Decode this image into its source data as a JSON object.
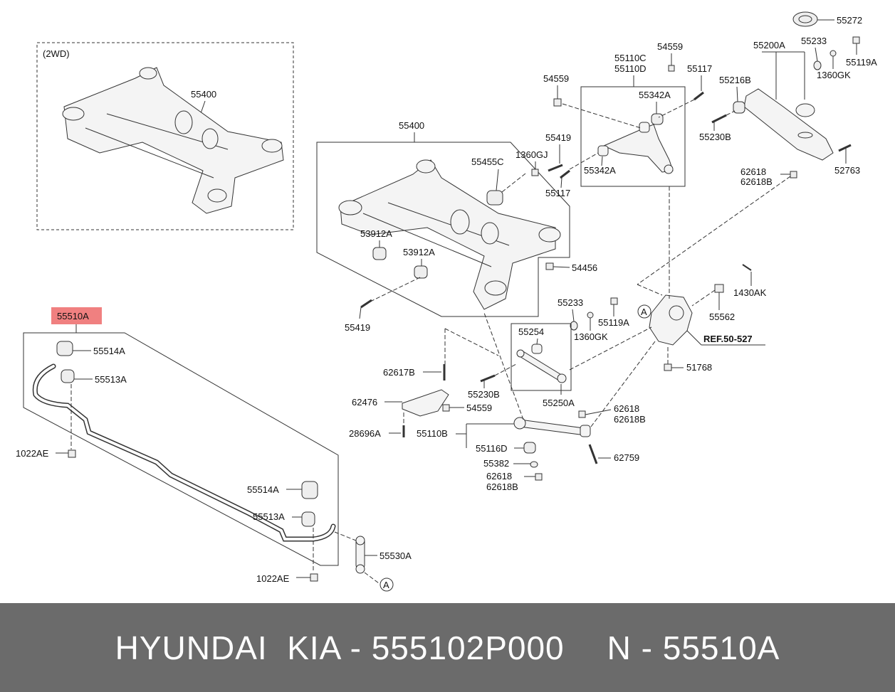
{
  "labels": {
    "two_wd": "(2WD)",
    "crossmember_2wd": "55400",
    "crossmember": "55400",
    "bushing_a": "55455C",
    "bushing_b1": "53912A",
    "bushing_b2": "53912A",
    "bolt_55419_lower": "55419",
    "bolt_55419_upper": "55419",
    "nut_54456": "54456",
    "washer_1360gj": "1360GJ",
    "bolt_55117_lower": "55117",
    "bolt_55117_upper": "55117",
    "nut_54559_left": "54559",
    "nut_54559_top": "54559",
    "arm_55110c": "55110C",
    "arm_55110d": "55110D",
    "bushing_55342a_top": "55342A",
    "bushing_55342a_bottom": "55342A",
    "seat_55272": "55272",
    "arm_55200a": "55200A",
    "bushing_55233_top": "55233",
    "nut_55119a_top": "55119A",
    "washer_1360gk_top": "1360GK",
    "bushing_55216b": "55216B",
    "bolt_55230b_top": "55230B",
    "nut_62618_top": "62618",
    "nut_62618b_top": "62618B",
    "bolt_52763": "52763",
    "bolt_1430ak": "1430AK",
    "nut_55562": "55562",
    "bushing_55233_mid": "55233",
    "nut_55119a_mid": "55119A",
    "washer_1360gk_mid": "1360GK",
    "ref": "REF.50-527",
    "nut_51768": "51768",
    "arm_55254": "55254",
    "arm_55250a": "55250A",
    "bolt_62617b": "62617B",
    "bolt_55230b_mid": "55230B",
    "bracket_62476": "62476",
    "nut_54559_mid": "54559",
    "bolt_28696a": "28696A",
    "arm_55110b": "55110B",
    "bushing_55116d": "55116D",
    "washer_55382": "55382",
    "nut_62618_low": "62618",
    "nut_62618b_low": "62618B",
    "nut_62618_right": "62618",
    "nut_62618b_right": "62618B",
    "bolt_62759": "62759",
    "stabilizer_55510a": "55510A",
    "clamp_55514a_top": "55514A",
    "bushing_55513a_top": "55513A",
    "bolt_1022ae_top": "1022AE",
    "clamp_55514a_bottom": "55514A",
    "bushing_55513a_bottom": "55513A",
    "link_55530a": "55530A",
    "bolt_1022ae_bottom": "1022AE",
    "marker_a_knuckle": "A",
    "marker_a_link": "A"
  },
  "highlight_color": "#f08080",
  "footer": {
    "brand": "HYUNDAI  KIA - 555102P000",
    "ref": "N - 55510A"
  }
}
